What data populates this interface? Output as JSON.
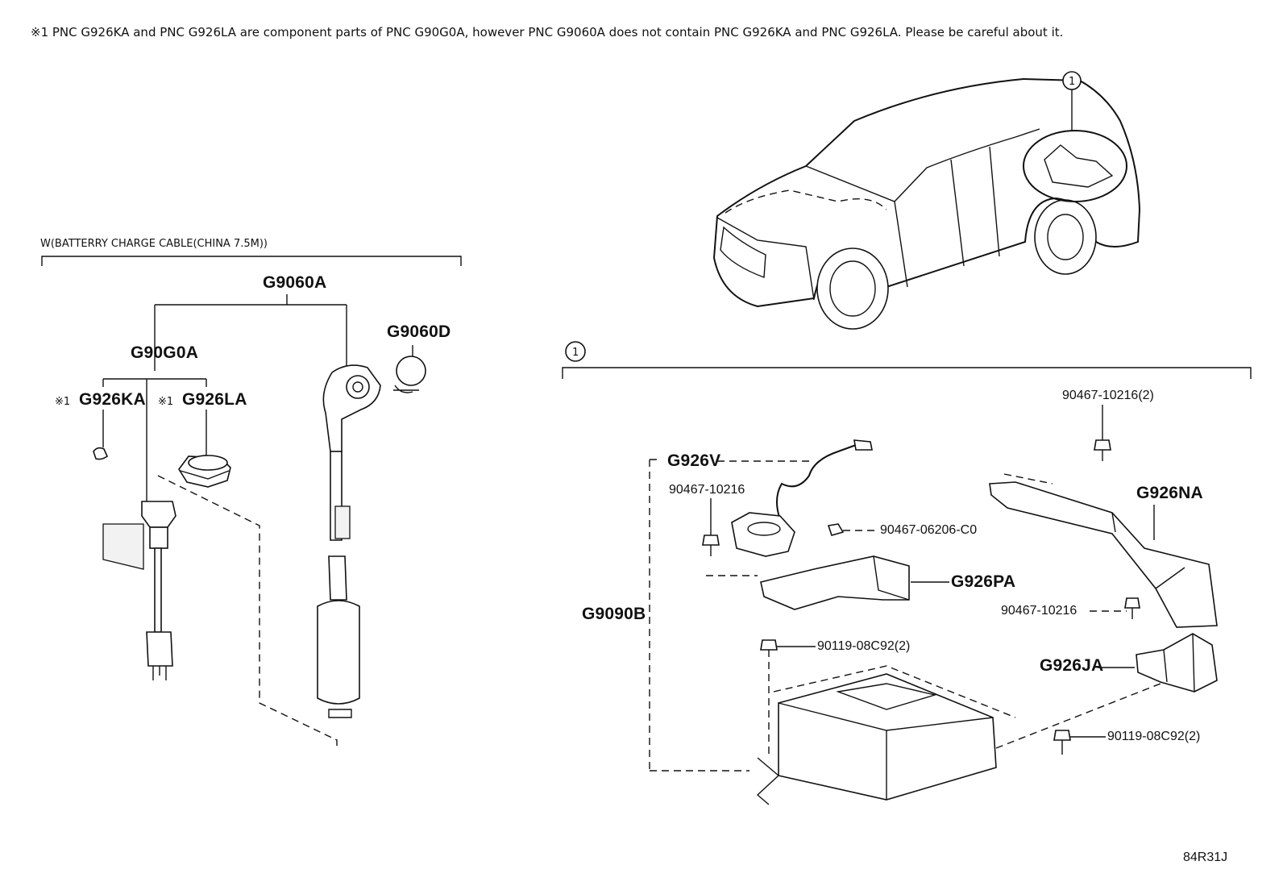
{
  "note": "※1 PNC G926KA and PNC G926LA are component parts of PNC G90G0A, however PNC G9060A does not contain PNC G926KA and PNC G926LA. Please be careful about it.",
  "left_group": {
    "title": "W(BATTERRY CHARGE CABLE(CHINA 7.5M))",
    "assembly": "G9060A",
    "sub_assembly": "G90G0A",
    "cap": "G9060D",
    "part_ka": "G926KA",
    "part_la": "G926LA",
    "note_mark": "※1"
  },
  "vehicle_callout": "1",
  "right_group": {
    "callout": "1",
    "labels": {
      "g926v": "G926V",
      "g9090b": "G9090B",
      "g926pa": "G926PA",
      "g926na": "G926NA",
      "g926ja": "G926JA",
      "bolt_a": "90467-10216",
      "bolt_b": "90467-10216(2)",
      "bolt_c": "90467-10216",
      "clip": "90467-06206-C0",
      "screw_a": "90119-08C92(2)",
      "screw_b": "90119-08C92(2)"
    }
  },
  "drawing_code": "84R31J"
}
